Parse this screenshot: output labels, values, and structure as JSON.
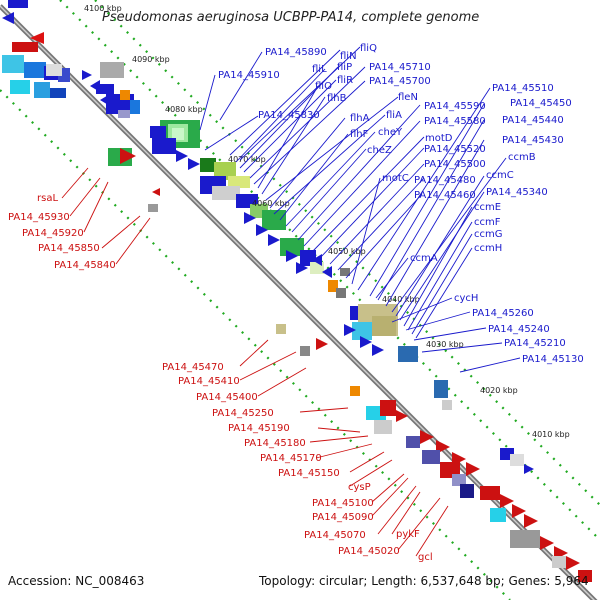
{
  "title": "Pseudomonas aeruginosa UCBPP-PA14, complete genome",
  "footer": {
    "accession": "Accession: NC_008463",
    "summary": "Topology: circular; Length: 6,537,648 bp; Genes: 5,964"
  },
  "ticks": [
    "4100 kbp",
    "4090 kbp",
    "4080 kbp",
    "4070 kbp",
    "4060 kbp",
    "4050 kbp",
    "4040 kbp",
    "4030 kbp",
    "4020 kbp",
    "4010 kbp"
  ],
  "labels_blue": [
    "PA14_45890",
    "PA14_45910",
    "PA14_45830",
    "fliN",
    "fliQ",
    "fliL",
    "fliP",
    "fliR",
    "PA14_45710",
    "PA14_45700",
    "fliO",
    "flhB",
    "fleN",
    "flhA",
    "fliA",
    "flhF",
    "cheY",
    "cheZ",
    "motD",
    "motC",
    "PA14_45590",
    "PA14_45580",
    "PA14_45520",
    "PA14_45500",
    "PA14_45480",
    "PA14_45460",
    "PA14_45510",
    "PA14_45450",
    "PA14_45440",
    "PA14_45430",
    "ccmB",
    "ccmC",
    "PA14_45340",
    "ccmE",
    "ccmF",
    "ccmG",
    "ccmH",
    "ccmA",
    "cycH",
    "PA14_45260",
    "PA14_45240",
    "PA14_45210",
    "PA14_45130"
  ],
  "labels_red": [
    "rsaL",
    "PA14_45930",
    "PA14_45920",
    "PA14_45850",
    "PA14_45840",
    "PA14_45470",
    "PA14_45410",
    "PA14_45400",
    "PA14_45250",
    "PA14_45190",
    "PA14_45180",
    "PA14_45170",
    "PA14_45150",
    "cysP",
    "PA14_45100",
    "PA14_45090",
    "PA14_45070",
    "pykF",
    "PA14_45020",
    "gcl"
  ],
  "colors": {
    "blue_label": "#1a1acc",
    "red_label": "#cc1111",
    "backbone": "#7a7a7a",
    "dotted_ring": "#22aa22"
  }
}
